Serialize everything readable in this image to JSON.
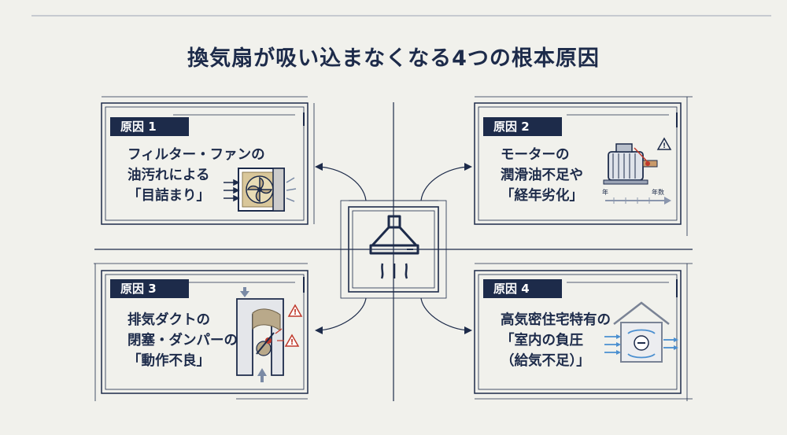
{
  "title": "換気扇が吸い込まなくなる4つの根本原因",
  "cards": [
    {
      "label": "原因 1",
      "lines": [
        "フィルター・ファンの",
        "油汚れによる",
        "「目詰まり」"
      ]
    },
    {
      "label": "原因 2",
      "lines": [
        "モーターの",
        "潤滑油不足や",
        "「経年劣化」"
      ]
    },
    {
      "label": "原因 3",
      "lines": [
        "排気ダクトの",
        "閉塞・ダンパーの",
        "「動作不良」"
      ]
    },
    {
      "label": "原因 4",
      "lines": [
        "高気密住宅特有の",
        "「室内の負圧",
        "（給気不足）」"
      ]
    }
  ],
  "timeline": {
    "start": "年",
    "end": "年数"
  },
  "icons": {
    "center": "range-hood-icon",
    "card1": "clogged-filter-fan-icon",
    "card2": "worn-motor-icon",
    "card3": "blocked-duct-damper-icon",
    "card4": "negative-pressure-house-icon"
  },
  "colors": {
    "navy": "#1d2b4a",
    "accent_red": "#c0392b",
    "airflow_blue": "#4a8fd0",
    "background": "#f1f1ec"
  }
}
